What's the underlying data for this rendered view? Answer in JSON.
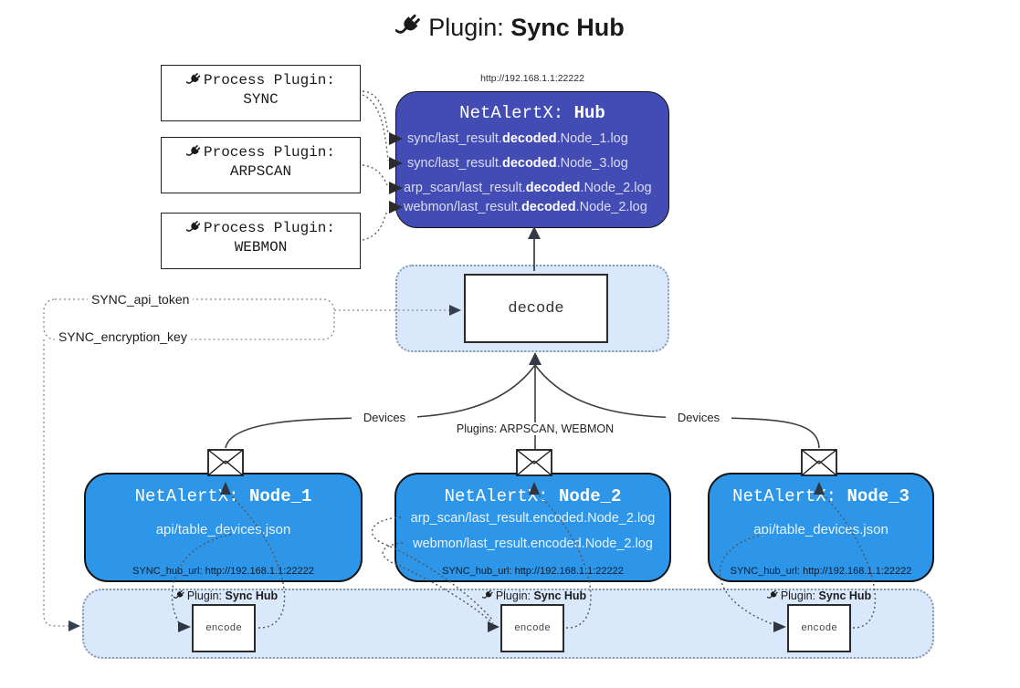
{
  "title": {
    "prefix": "Plugin:",
    "bold": "Sync Hub"
  },
  "hub": {
    "url": "http://192.168.1.1:22222",
    "name_prefix": "NetAlertX:",
    "name_bold": "Hub",
    "logs": [
      {
        "pre": "sync/last_result.",
        "bold": "decoded",
        "post": ".Node_1.log"
      },
      {
        "pre": "sync/last_result.",
        "bold": "decoded",
        "post": ".Node_3.log"
      },
      {
        "pre": "arp_scan/last_result.",
        "bold": "decoded",
        "post": ".Node_2.log"
      },
      {
        "pre": "webmon/last_result.",
        "bold": "decoded",
        "post": ".Node_2.log"
      }
    ]
  },
  "process_plugins": [
    {
      "label": "Process Plugin:",
      "name": "SYNC"
    },
    {
      "label": "Process Plugin:",
      "name": "ARPSCAN"
    },
    {
      "label": "Process Plugin:",
      "name": "WEBMON"
    }
  ],
  "decode": {
    "label": "decode"
  },
  "tokens": {
    "api_token": "SYNC_api_token",
    "encryption_key": "SYNC_encryption_key"
  },
  "edges": {
    "devices_left": "Devices",
    "plugins_center": "Plugins: ARPSCAN, WEBMON",
    "devices_right": "Devices"
  },
  "nodes": [
    {
      "name_prefix": "NetAlertX:",
      "name_bold": "Node_1",
      "lines": [
        "api/table_devices.json"
      ],
      "hub_url": "SYNC_hub_url: http://192.168.1.1:22222"
    },
    {
      "name_prefix": "NetAlertX:",
      "name_bold": "Node_2",
      "lines": [
        "arp_scan/last_result.encoded.Node_2.log",
        "webmon/last_result.encoded.Node_2.log"
      ],
      "hub_url": "SYNC_hub_url: http://192.168.1.1:22222"
    },
    {
      "name_prefix": "NetAlertX:",
      "name_bold": "Node_3",
      "lines": [
        "api/table_devices.json"
      ],
      "hub_url": "SYNC_hub_url: http://192.168.1.1:22222"
    }
  ],
  "encode": {
    "plugin_prefix": "Plugin:",
    "plugin_bold": "Sync Hub",
    "box_label": "encode"
  },
  "icons": [
    "plug-icon",
    "envelope-icon"
  ],
  "colors": {
    "hub_fill": "#424cb4",
    "node_fill": "#2e96e8",
    "panel_fill": "#d9e9fb",
    "line": "#3d3d3d",
    "dotted": "#5f5f5f"
  }
}
